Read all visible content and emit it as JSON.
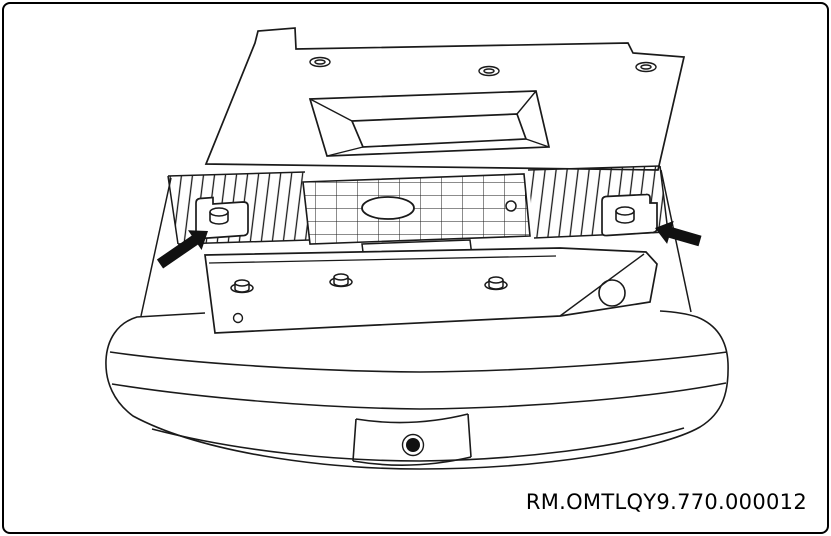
{
  "figure": {
    "reference_code": "RM.OMTLQY9.770.000012"
  },
  "icons": {
    "left_callout_arrow": "solid-black-arrow-pointing-upper-right-at-left-mounting-bolt",
    "right_callout_arrow": "solid-black-arrow-pointing-left-at-right-mounting-bolt"
  },
  "colors": {
    "line": "#1a1a1a",
    "background": "#ffffff",
    "arrow_fill": "#111111",
    "border": "#000000"
  }
}
